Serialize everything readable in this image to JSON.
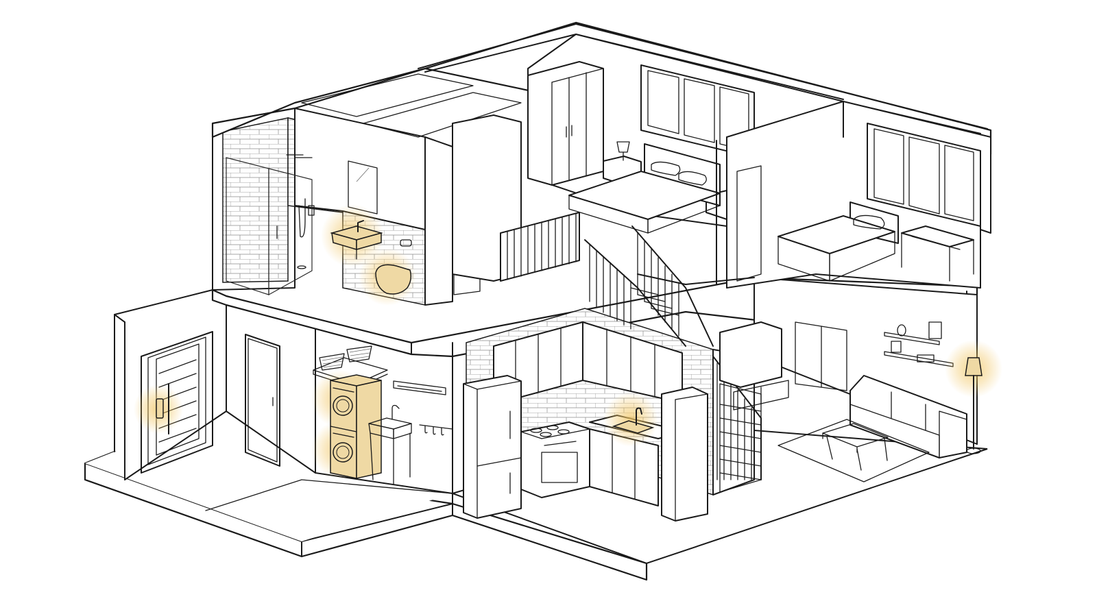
{
  "colors": {
    "line": "#1a1a1a",
    "background": "#ffffff",
    "highlight": "#f2c766",
    "fixture_fill": "#efd9a4"
  },
  "highlighted_fixtures": [
    {
      "name": "bathroom-sink",
      "icon": "sink-icon"
    },
    {
      "name": "wall-toilet",
      "icon": "toilet-icon"
    },
    {
      "name": "door-smart-lock",
      "icon": "lock-icon"
    },
    {
      "name": "stacked-washer-dryer",
      "icon": "washer-icon"
    },
    {
      "name": "kitchen-sink",
      "icon": "sink-icon"
    },
    {
      "name": "floor-lamp",
      "icon": "lamp-icon"
    }
  ]
}
